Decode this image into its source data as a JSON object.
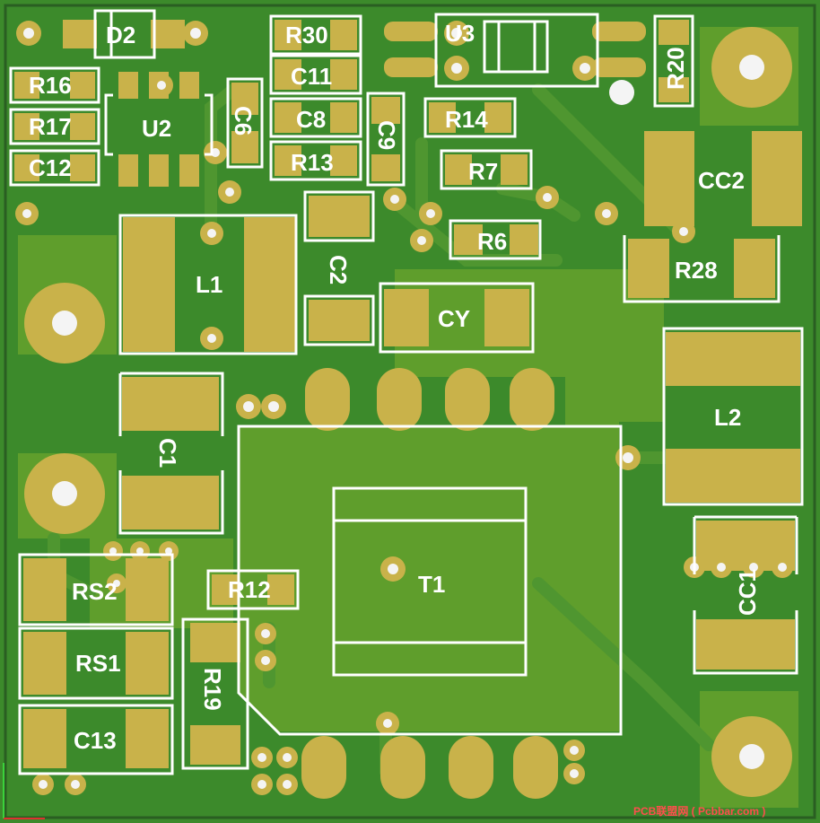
{
  "board": {
    "colors": {
      "board": "#3f8a2e",
      "copper": "#5c9a2a",
      "pad": "#c9b24a",
      "silk": "#ffffff",
      "hole": "#f4f4f4"
    },
    "labels": {
      "D2": "D2",
      "R30": "R30",
      "U3": "U3",
      "R20": "R20",
      "R16": "R16",
      "R17": "R17",
      "C12": "C12",
      "U2": "U2",
      "C6": "C6",
      "C11": "C11",
      "C8": "C8",
      "C9": "C9",
      "R13": "R13",
      "R14": "R14",
      "R7": "R7",
      "CC2": "CC2",
      "L1": "L1",
      "C2": "C2",
      "R6": "R6",
      "R28": "R28",
      "CY": "CY",
      "C1": "C1",
      "L2": "L2",
      "T1": "T1",
      "RS2": "RS2",
      "R12": "R12",
      "CC1": "CC1",
      "RS1": "RS1",
      "R19": "R19",
      "C13": "C13"
    },
    "watermark": "PCB联盟网 ( Pcbbar.com )"
  }
}
